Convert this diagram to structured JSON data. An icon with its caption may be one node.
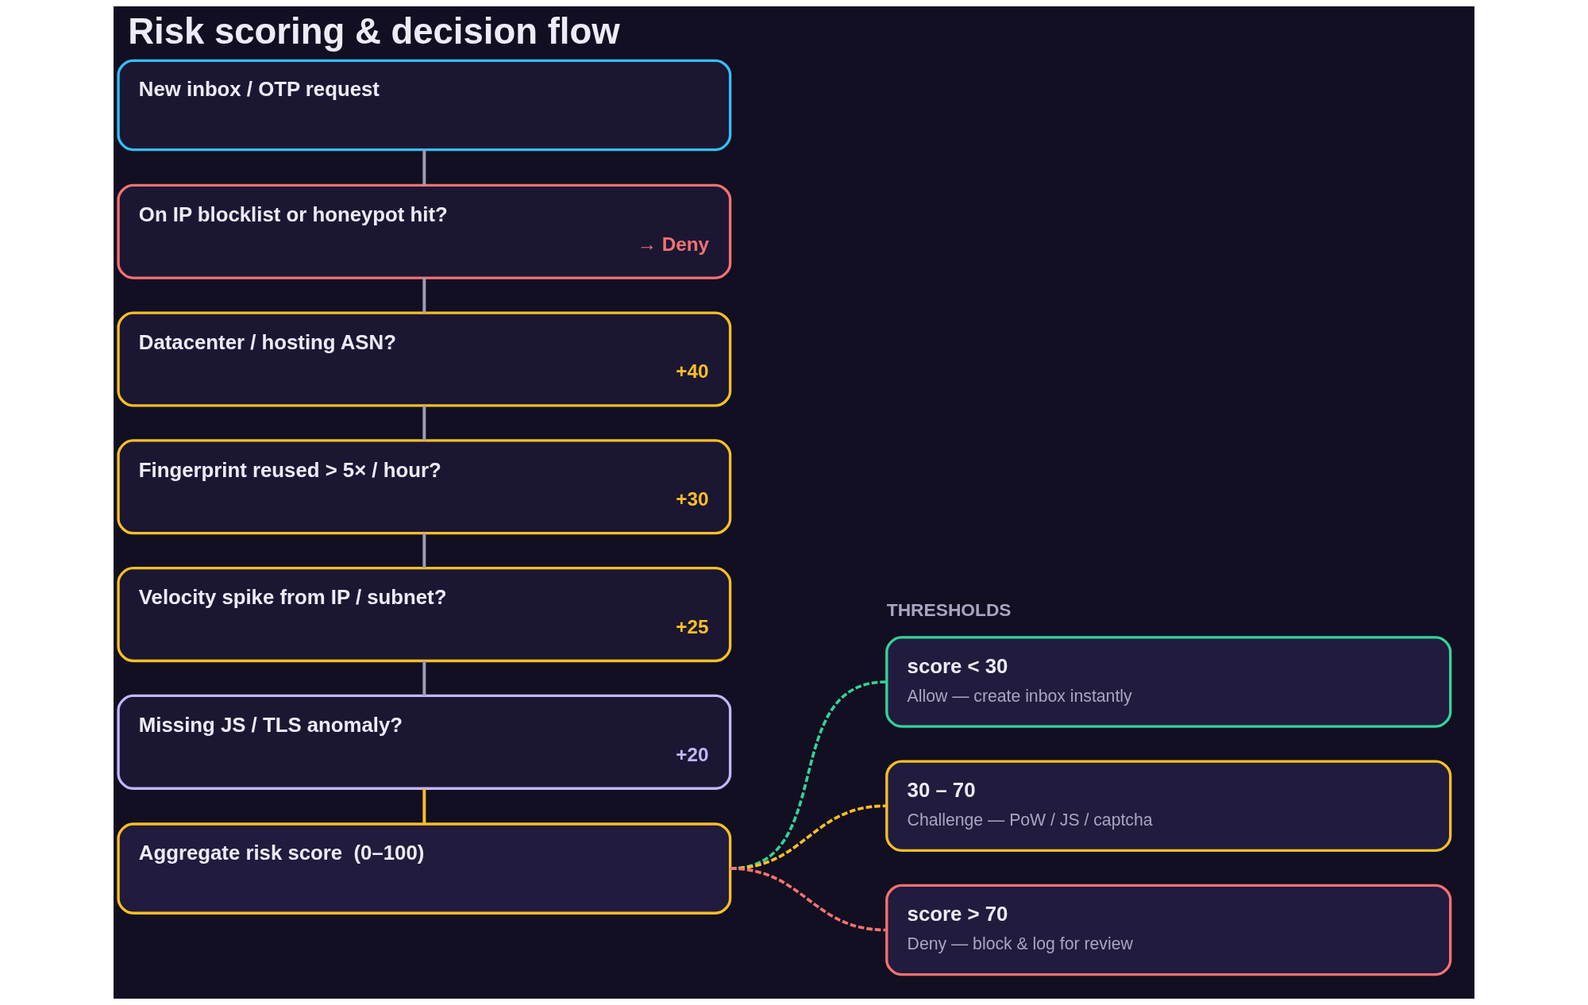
{
  "diagram": {
    "title": "Risk scoring & decision flow",
    "nodes": [
      {
        "text": [
          "New inbox / OTP request"
        ]
      },
      {
        "text": [
          "On IP blocklist or honeypot hit?",
          "→ Deny"
        ]
      },
      {
        "text": [
          "Datacenter / hosting ASN?",
          "+40"
        ]
      },
      {
        "text": [
          "Fingerprint reused > 5× / hour?",
          "+30"
        ]
      },
      {
        "text": [
          "Velocity spike from IP / subnet?",
          "+25"
        ]
      },
      {
        "text": [
          "Missing JS / TLS anomaly?",
          "+20"
        ]
      },
      {
        "text": [
          "Aggregate risk score  (0–100)"
        ]
      },
      {
        "text": [
          "score < 30",
          "Allow — create inbox instantly"
        ]
      },
      {
        "text": [
          "30 – 70",
          "Challenge — PoW / JS / captcha"
        ]
      },
      {
        "text": [
          "score > 70",
          "Deny — block & log for review"
        ]
      }
    ],
    "edges": [
      {
        "from": 0,
        "to": 1,
        "arrow": "none"
      },
      {
        "from": 1,
        "to": 2,
        "arrow": "none"
      },
      {
        "from": 2,
        "to": 3,
        "arrow": "none"
      },
      {
        "from": 3,
        "to": 4,
        "arrow": "none"
      },
      {
        "from": 4,
        "to": 5,
        "arrow": "none"
      },
      {
        "from": 5,
        "to": 6,
        "arrow": "none",
        "color": "#fbbf24"
      },
      {
        "from": 6,
        "to": 7,
        "arrow": "none",
        "style": "dashed",
        "color": "#34d399"
      },
      {
        "from": 6,
        "to": 8,
        "arrow": "none",
        "style": "dashed",
        "color": "#fbbf24"
      },
      {
        "from": 6,
        "to": 9,
        "arrow": "none",
        "style": "dashed",
        "color": "#f87171"
      }
    ],
    "labels": [
      "THRESHOLDS"
    ]
  }
}
